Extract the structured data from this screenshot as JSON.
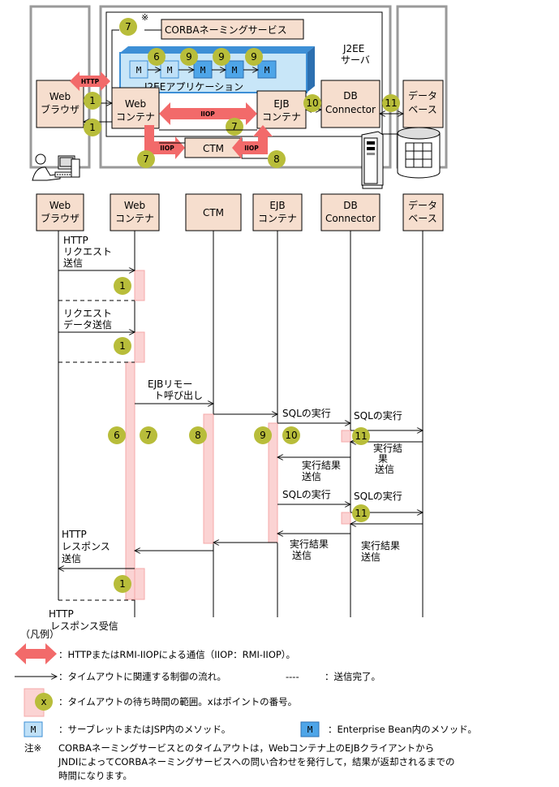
{
  "topology": {
    "j2ee_server_label": [
      "J2EE",
      "サーバ"
    ],
    "naming_service_label": "CORBAネーミングサービス",
    "naming_note_mark": "※",
    "j2ee_app_label": "J2EEアプリケーション",
    "method_box_label": "M",
    "web_browser": [
      "Web",
      "ブラウザ"
    ],
    "web_container": [
      "Web",
      "コンテナ"
    ],
    "ejb_container": [
      "EJB",
      "コンテナ"
    ],
    "ctm": "CTM",
    "db_connector": [
      "DB",
      "Connector"
    ],
    "database": [
      "データ",
      "ベース"
    ],
    "http_arrow_label": "HTTP",
    "iiop_label": "IIOP",
    "points": {
      "naming": "7",
      "m1": "6",
      "m2": "9",
      "m3": "9",
      "m4": "9",
      "browser_web_1": "1",
      "browser_web_2": "1",
      "web_ejb": "7",
      "web_ctm": "7",
      "ctm_ejb": "8",
      "ejb_db": "10",
      "db_database": "11"
    }
  },
  "sequence": {
    "lifelines": [
      [
        "Web",
        "ブラウザ"
      ],
      [
        "Web",
        "コンテナ"
      ],
      [
        "CTM"
      ],
      [
        "EJB",
        "コンテナ"
      ],
      [
        "DB",
        "Connector"
      ],
      [
        "データ",
        "ベース"
      ]
    ],
    "messages": {
      "http_request": [
        "HTTP",
        "リクエスト",
        "送信"
      ],
      "request_data": [
        "リクエスト",
        "データ送信"
      ],
      "ejb_remote_call": [
        "EJBリモー",
        "ト呼び出し"
      ],
      "sql_exec_1": "SQLの実行",
      "sql_exec_2": "SQLの実行",
      "result_1": [
        "実行結",
        "果",
        "送信"
      ],
      "result_2": [
        "実行結果",
        "送信"
      ],
      "sql_exec_3": "SQLの実行",
      "sql_exec_4": "SQLの実行",
      "result_3": [
        "実行結果",
        "送信"
      ],
      "result_4": [
        "実行結果",
        "送信"
      ],
      "http_response": [
        "HTTP",
        "レスポンス",
        "送信"
      ],
      "http_response_recv": [
        "HTTP",
        "レスポンス受信"
      ]
    },
    "points": {
      "req1": "1",
      "req2": "1",
      "p6": "6",
      "p7": "7",
      "p8": "8",
      "p9": "9",
      "p10": "10",
      "p11a": "11",
      "p11b": "11",
      "resp": "1"
    }
  },
  "legend": {
    "title": "（凡例）",
    "comm": "：HTTPまたはRMI-IIOPによる通信（IIOP：RMI-IIOP）。",
    "flow": "：タイムアウトに関連する制御の流れ。",
    "dashes": "----",
    "sent": "：送信完了。",
    "wait_mark": "x",
    "wait": "：タイムアウトの待ち時間の範囲。xはポイントの番号。",
    "servlet_mark": "M",
    "servlet": "：サーブレットまたはJSP内のメソッド。",
    "ejb_mark": "M",
    "ejb": "：Enterprise Bean内のメソッド。"
  },
  "note": {
    "mark": "注※",
    "lines": [
      "CORBAネーミングサービスとのタイムアウトは，Webコンテナ上のEJBクライアントから",
      "JNDIによってCORBAネーミングサービスへの問い合わせを発行して，結果が返却されるまでの",
      "時間になります。"
    ]
  },
  "colors": {
    "box_fill": "#f6dece",
    "frame_gray": "#9a9a9a",
    "arrow_red": "#f26a6a",
    "activation_fill": "#fbd3d3",
    "activation_stroke": "#f4a8a8",
    "point_fill": "#b8bd3a",
    "app_fill": "#c8e6f8",
    "app_border": "#3d8fd6",
    "method_light": "#bfe0f7",
    "method_dark": "#4ea5e8"
  }
}
